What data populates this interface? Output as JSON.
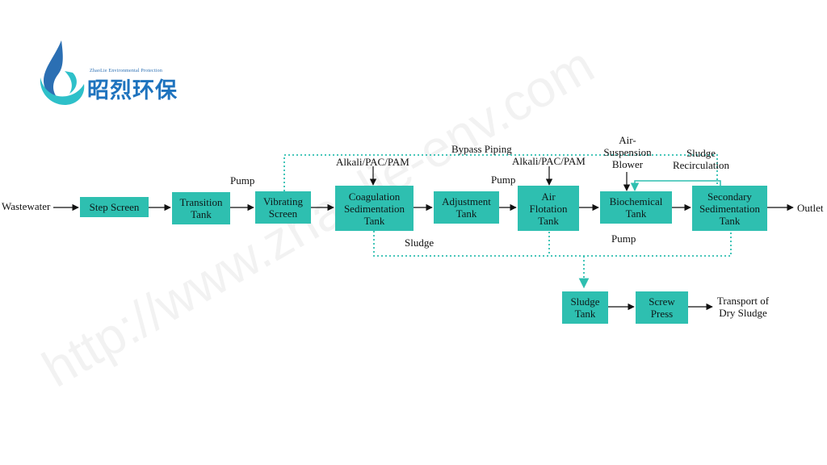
{
  "logo": {
    "english": "ZhaoLie Environmental Protection",
    "chinese": "昭烈环保",
    "colors": {
      "drop_top": "#2b6fb3",
      "drop_bottom": "#2ec0c9"
    }
  },
  "watermark": "http://www.zhaolie-env.com",
  "colors": {
    "box_fill": "#2ebfb0",
    "dotted_line": "#2ebfb0",
    "arrow": "#111111"
  },
  "process": {
    "input": "Wastewater",
    "output": "Outlet",
    "boxes": {
      "step_screen": "Step Screen",
      "transition_tank": "Transition\nTank",
      "vibrating_screen": "Vibrating\nScreen",
      "coagulation_tank": "Coagulation\nSedimentation\nTank",
      "adjustment_tank": "Adjustment\nTank",
      "air_flotation_tank": "Air\nFlotation\nTank",
      "biochemical_tank": "Biochemical\nTank",
      "secondary_sedimentation_tank": "Secondary\nSedimentation\nTank",
      "sludge_tank": "Sludge\nTank",
      "screw_press": "Screw\nPress"
    },
    "labels": {
      "pump_1": "Pump",
      "pump_2": "Pump",
      "pump_3": "Pump",
      "chemicals_1": "Alkali/PAC/PAM",
      "chemicals_2": "Alkali/PAC/PAM",
      "bypass": "Bypass Piping",
      "blower": "Air-\nSuspension\nBlower",
      "sludge_recirculation": "Sludge\nRecirculation",
      "sludge": "Sludge",
      "dry_sludge": "Transport of\nDry Sludge"
    }
  }
}
